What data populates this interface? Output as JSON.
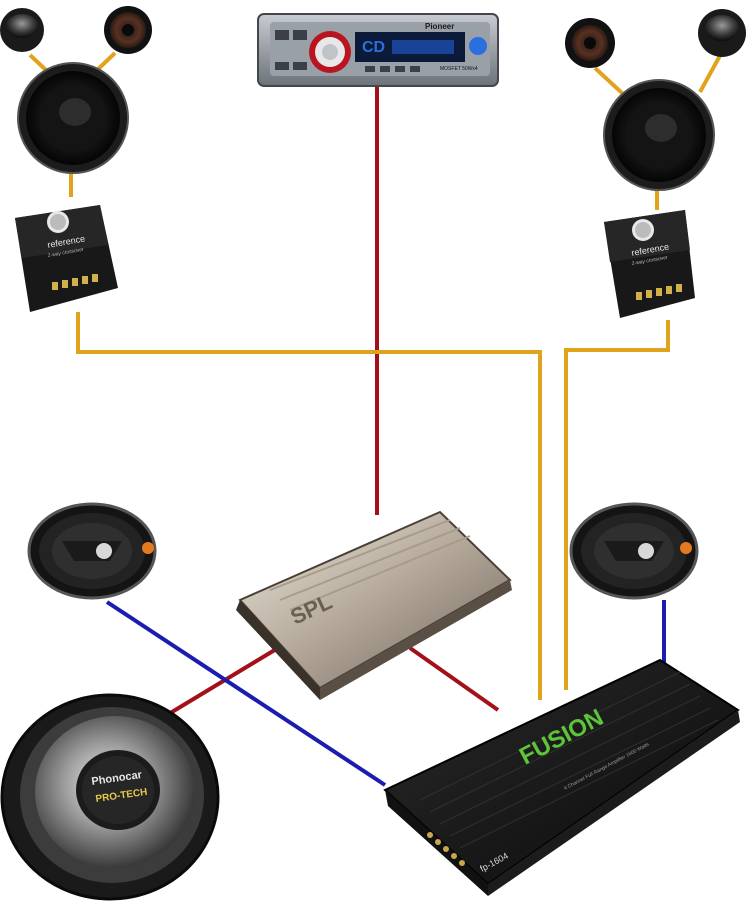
{
  "colors": {
    "rca_wire": "#a3101a",
    "speaker_wire": "#e2a31c",
    "blue_wire": "#1c1cb0",
    "fusion_logo": "#5ec43a",
    "pioneer_display": "#2a6fe0"
  },
  "head_unit": {
    "brand": "Pioneer",
    "display_text": "CD",
    "mode_text": "MOSFET 50Wx4"
  },
  "crossover": {
    "brand": "reference",
    "subtitle": "2-way crossover"
  },
  "amp_center": {
    "logo": "SPL"
  },
  "amp_main": {
    "logo": "FUSION",
    "model": "fp-1604",
    "tagline": "4 Channel Full Range Amplifier 1600 Watts"
  },
  "subwoofer": {
    "brand": "Phonocar",
    "series": "PRO-TECH"
  }
}
